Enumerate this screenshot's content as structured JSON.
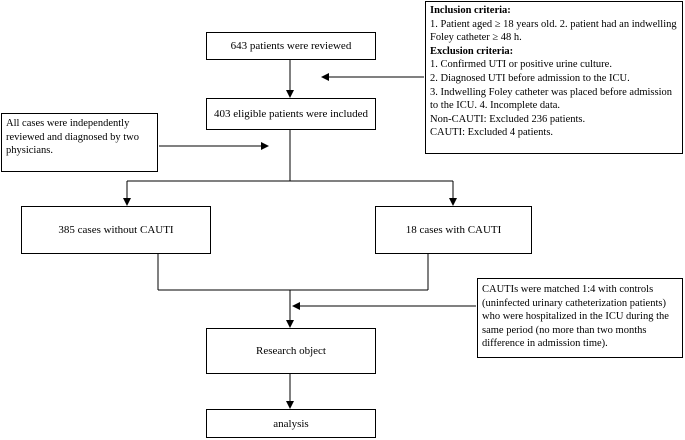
{
  "boxes": {
    "reviewed": "643 patients were reviewed",
    "eligible": "403 eligible patients were included",
    "without_cauti": "385 cases without CAUTI",
    "with_cauti": "18 cases with CAUTI",
    "research_object": "Research object",
    "analysis": "analysis"
  },
  "criteria": {
    "inclusion_title": "Inclusion criteria:",
    "inclusion_lines": [
      "1. Patient aged ≥ 18 years old. 2. patient had an indwelling",
      "Foley catheter ≥ 48 h."
    ],
    "exclusion_title": "Exclusion criteria:",
    "exclusion_lines": [
      "1. Confirmed UTI or positive urine culture.",
      "2. Diagnosed UTI before admission to the ICU.",
      "3. Indwelling Foley catheter was placed before admission",
      "to the ICU. 4. Incomplete data.",
      "Non-CAUTI:  Excluded 236 patients.",
      "CAUTI: Excluded 4 patients."
    ]
  },
  "review_note": [
    "All cases were independently",
    "reviewed and diagnosed by two",
    "physicians."
  ],
  "matching_note": [
    "CAUTIs were matched 1:4 with controls",
    "(uninfected urinary catheterization patients)",
    "who were hospitalized in the ICU during the",
    "same period (no more than two months",
    "difference in admission time)."
  ]
}
